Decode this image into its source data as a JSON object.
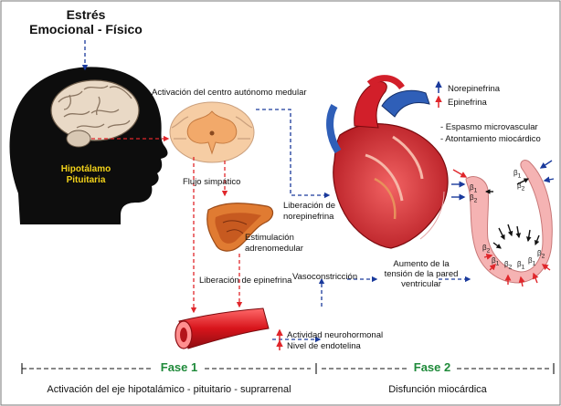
{
  "stress": {
    "line1": "Estrés",
    "line2": "Emocional - Físico"
  },
  "hypothalamus": {
    "line1": "Hipotálamo",
    "line2": "Pituitaria"
  },
  "labels": {
    "autonomic_center": "Activación del centro autónomo medular",
    "sympathetic_flow": "Flujo simpático",
    "adreno_stim_1": "Estimulación",
    "adreno_stim_2": "adrenomedular",
    "epinephrine_release": "Liberación de epinefrina",
    "norepinephrine_release_1": "Liberación de",
    "norepinephrine_release_2": "norepinefrina",
    "vasoconstriction": "Vasoconstricción",
    "wall_tension_1": "Aumento de la",
    "wall_tension_2": "tensión de la pared",
    "wall_tension_3": "ventricular",
    "neurohormonal": "Actividad neurohormonal",
    "endothelin": "Nivel de endotelina"
  },
  "legend": {
    "norepinephrine": "Norepinefrina",
    "epinephrine": "Epinefrina",
    "norepinephrine_color": "#1a3a9c",
    "epinephrine_color": "#e0262b"
  },
  "effects": [
    "- Espasmo microvascular",
    "- Atontamiento miocárdico"
  ],
  "receptors": {
    "beta1": "β",
    "beta1_sub": "1",
    "beta2_sub": "2"
  },
  "phases": [
    {
      "label": "Fase 1",
      "description": "Activación del eje hipotalámico - pituitario - suprarrenal"
    },
    {
      "label": "Fase 2",
      "description": "Disfunción miocárdica"
    }
  ],
  "colors": {
    "phase": "#1f8a3a",
    "blue_arrow": "#1a3a9c",
    "red_arrow": "#e0262b"
  }
}
